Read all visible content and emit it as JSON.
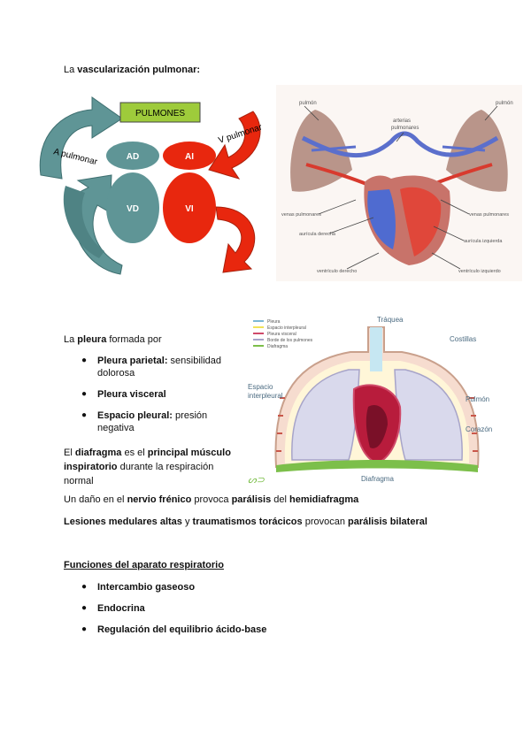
{
  "vasc": {
    "intro_pre": "La ",
    "intro_bold": "vascularización pulmonar:",
    "box_pulmones": "PULMONES",
    "ad": "AD",
    "ai": "AI",
    "vd": "VD",
    "vi": "VI",
    "a_pulmonar": "A pulmonar",
    "v_pulmonar": "V pulmonar",
    "img": {
      "pulmon_l": "pulmón",
      "pulmon_r": "pulmón",
      "arterias": "arterias",
      "pulmonares": "pulmonares",
      "venas_l": "venas pulmonares",
      "auricula_d": "aurícula derecha",
      "venas_r": "venas pulmonares",
      "auricula_i": "aurícula izquierda",
      "ventriculo_d": "ventrículo derecho",
      "ventriculo_i": "ventrículo izquierdo"
    }
  },
  "pleura": {
    "intro_pre": "La ",
    "intro_bold": "pleura",
    "intro_post": " formada por",
    "items": [
      {
        "bold": "Pleura parietal:",
        "text": " sensibilidad dolorosa"
      },
      {
        "bold": "Pleura visceral",
        "text": ""
      },
      {
        "bold": "Espacio pleural:",
        "text": " presión negativa"
      }
    ],
    "legend": [
      "Pleura",
      "Espacio interpleural",
      "Pleura visceral",
      "Borde de los pulmones",
      "Diafragma"
    ],
    "labels": {
      "traquea": "Tráquea",
      "costillas": "Costillas",
      "espacio": "Espacio",
      "interpleural": "interpleural",
      "pulmon": "Pulmón",
      "corazon": "Corazón",
      "diafragma": "Diafragma"
    }
  },
  "diafragma": {
    "p1": "El ",
    "b1": "diafragma",
    "p2": " es el ",
    "b2": "principal músculo",
    "b3": "inspiratorio",
    "p3": " durante la respiración",
    "p4": "normal"
  },
  "frenico": {
    "p1": "Un daño en el ",
    "b1": "nervio frénico",
    "p2": " provoca ",
    "b2": "parálisis",
    "p3": " del ",
    "b3": "hemidiafragma"
  },
  "lesiones": {
    "b1": "Lesiones medulares altas",
    "p1": " y ",
    "b2": "traumatismos torácicos",
    "p2": " provocan ",
    "b3": "parálisis bilateral"
  },
  "funciones": {
    "title": "Funciones del aparato respiratorio",
    "items": [
      "Intercambio gaseoso",
      "Endocrina",
      "Regulación del equilibrio ácido-base"
    ]
  },
  "colors": {
    "teal": "#5f9596",
    "red": "#e8270e",
    "box": "#9ecb3b"
  }
}
